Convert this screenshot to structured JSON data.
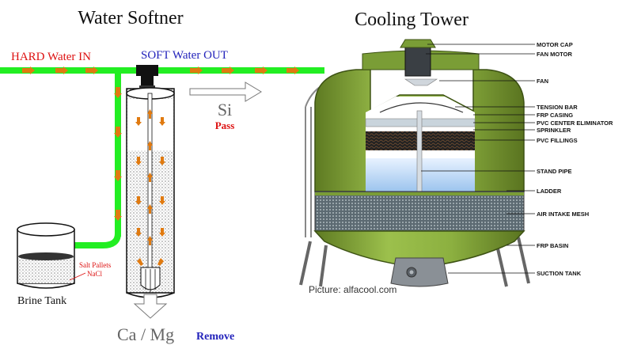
{
  "softener": {
    "title": "Water Softner",
    "hard_in_label": "HARD Water IN",
    "soft_out_label": "SOFT Water OUT",
    "si_label": "Si",
    "pass_label": "Pass",
    "salt_label_line1": "Salt Pallets",
    "salt_label_line2": "NaCl",
    "brine_label": "Brine Tank",
    "camg_label": "Ca / Mg",
    "remove_label": "Remove"
  },
  "tower": {
    "title": "Cooling Tower",
    "labels": [
      "MOTOR CAP",
      "FAN MOTOR",
      "FAN",
      "TENSION BAR",
      "FRP CASING",
      "PVC CENTER ELIMINATOR",
      "SPRINKLER",
      "PVC FILLINGS",
      "STAND PIPE",
      "LADDER",
      "AIR INTAKE MESH",
      "FRP BASIN",
      "SUCTION TANK"
    ],
    "credit": "Picture: alfacool.com"
  },
  "colors": {
    "pipe": "#22ee22",
    "flow_arrow": "#e07a10",
    "hard_label": "#dd1111",
    "soft_label": "#2222bb",
    "tower_green": "#8cb040"
  }
}
